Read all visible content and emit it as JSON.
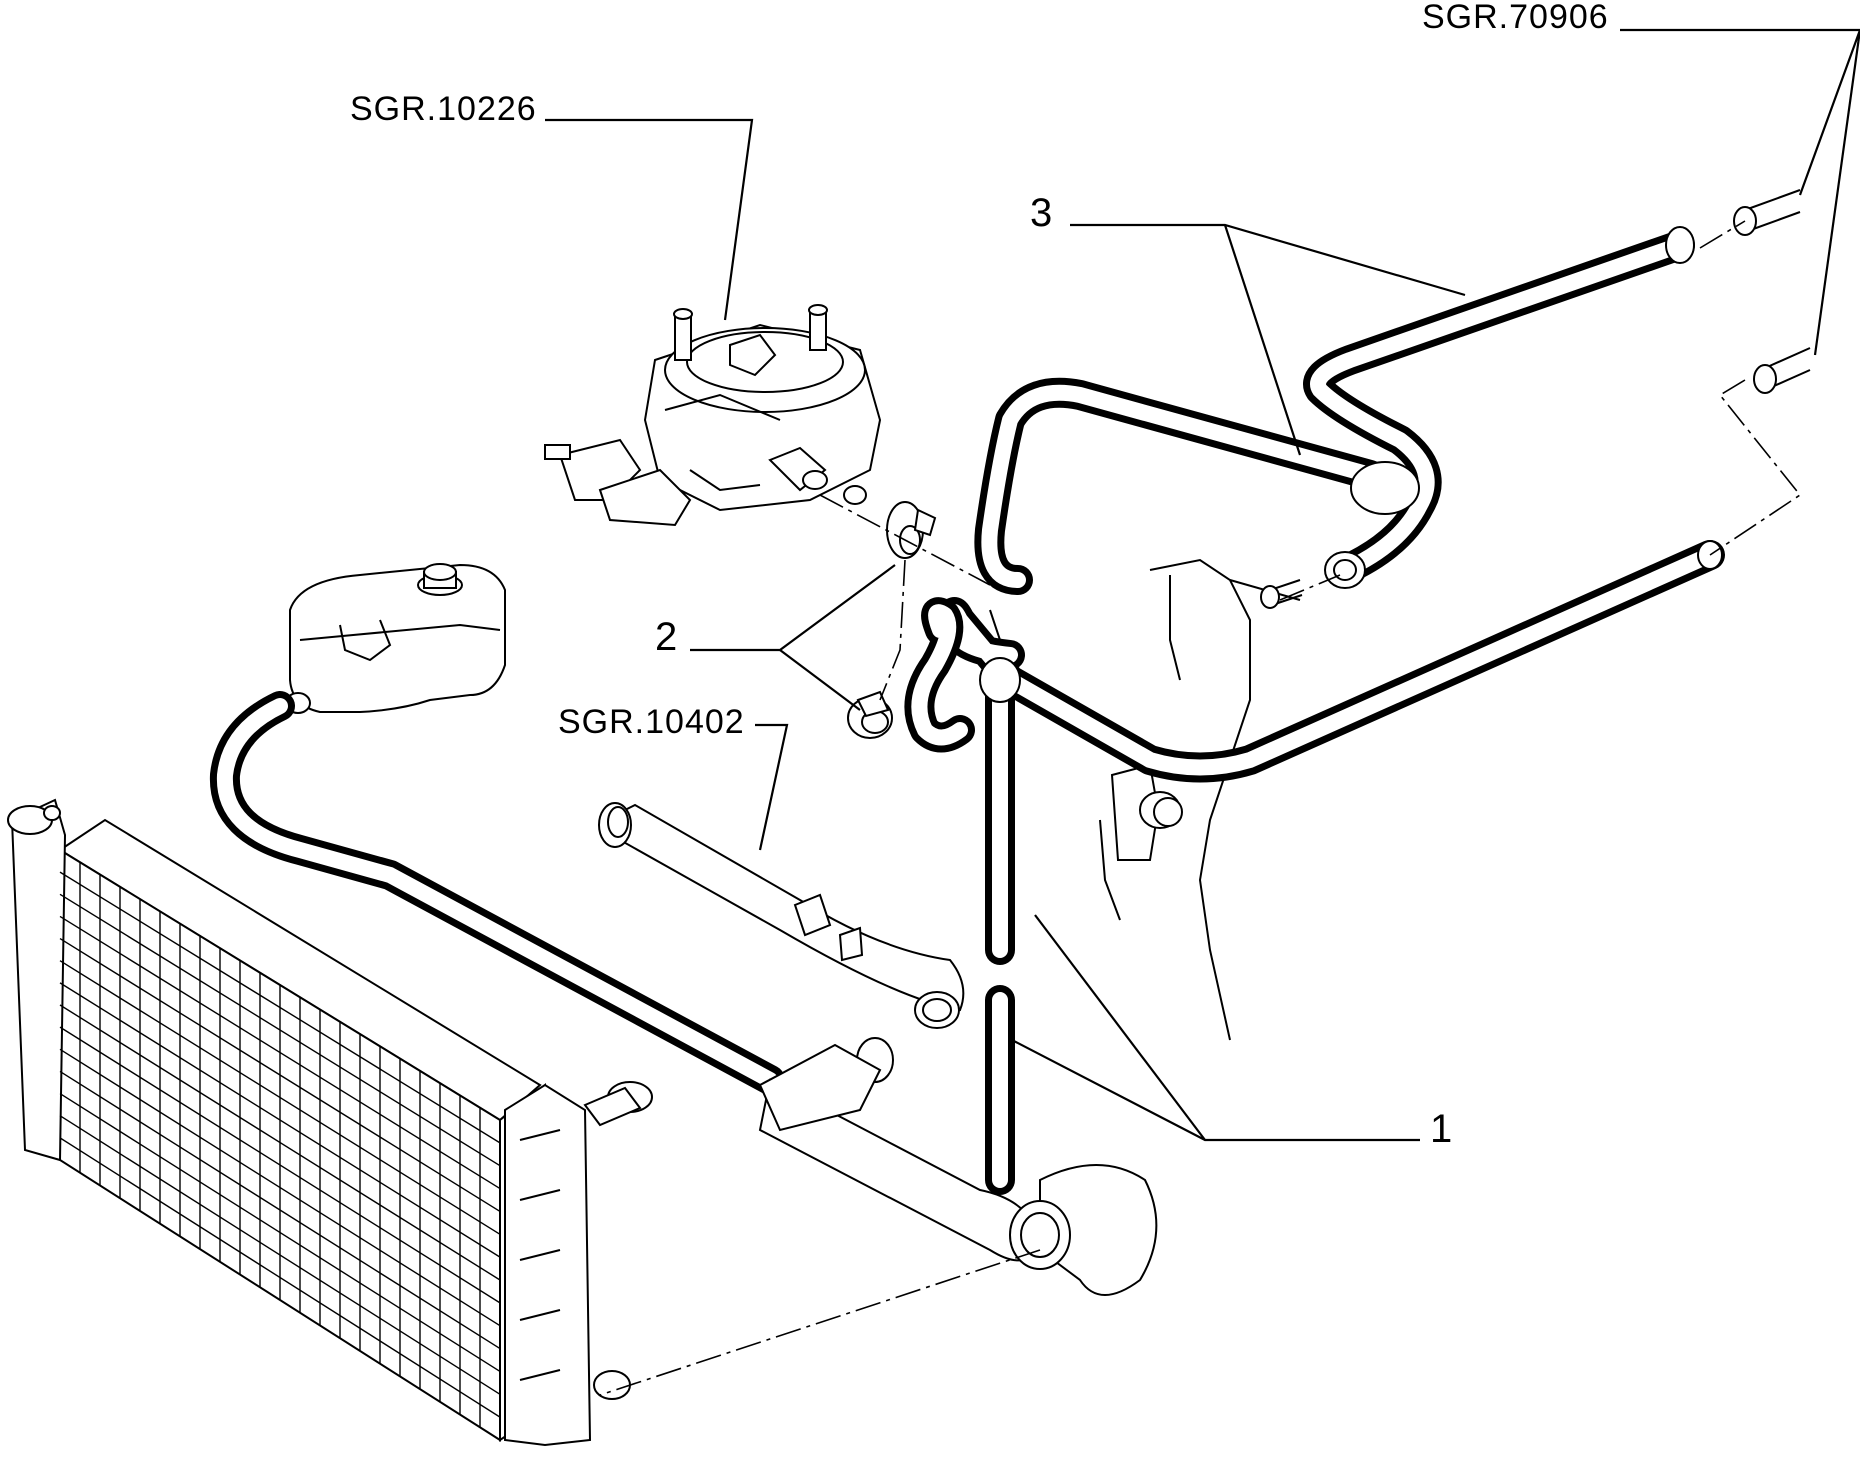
{
  "callouts": {
    "item_1": "1",
    "item_2": "2",
    "item_3": "3"
  },
  "references": {
    "carburettor": "SGR.10226",
    "heater_pipes": "SGR.70906",
    "water_pump_pipe": "SGR.10402"
  },
  "components": [
    "radiator",
    "expansion-tank",
    "carburettor",
    "hose-clip",
    "heater-hoses",
    "radiator-hoses",
    "water-pipe",
    "engine-block"
  ]
}
